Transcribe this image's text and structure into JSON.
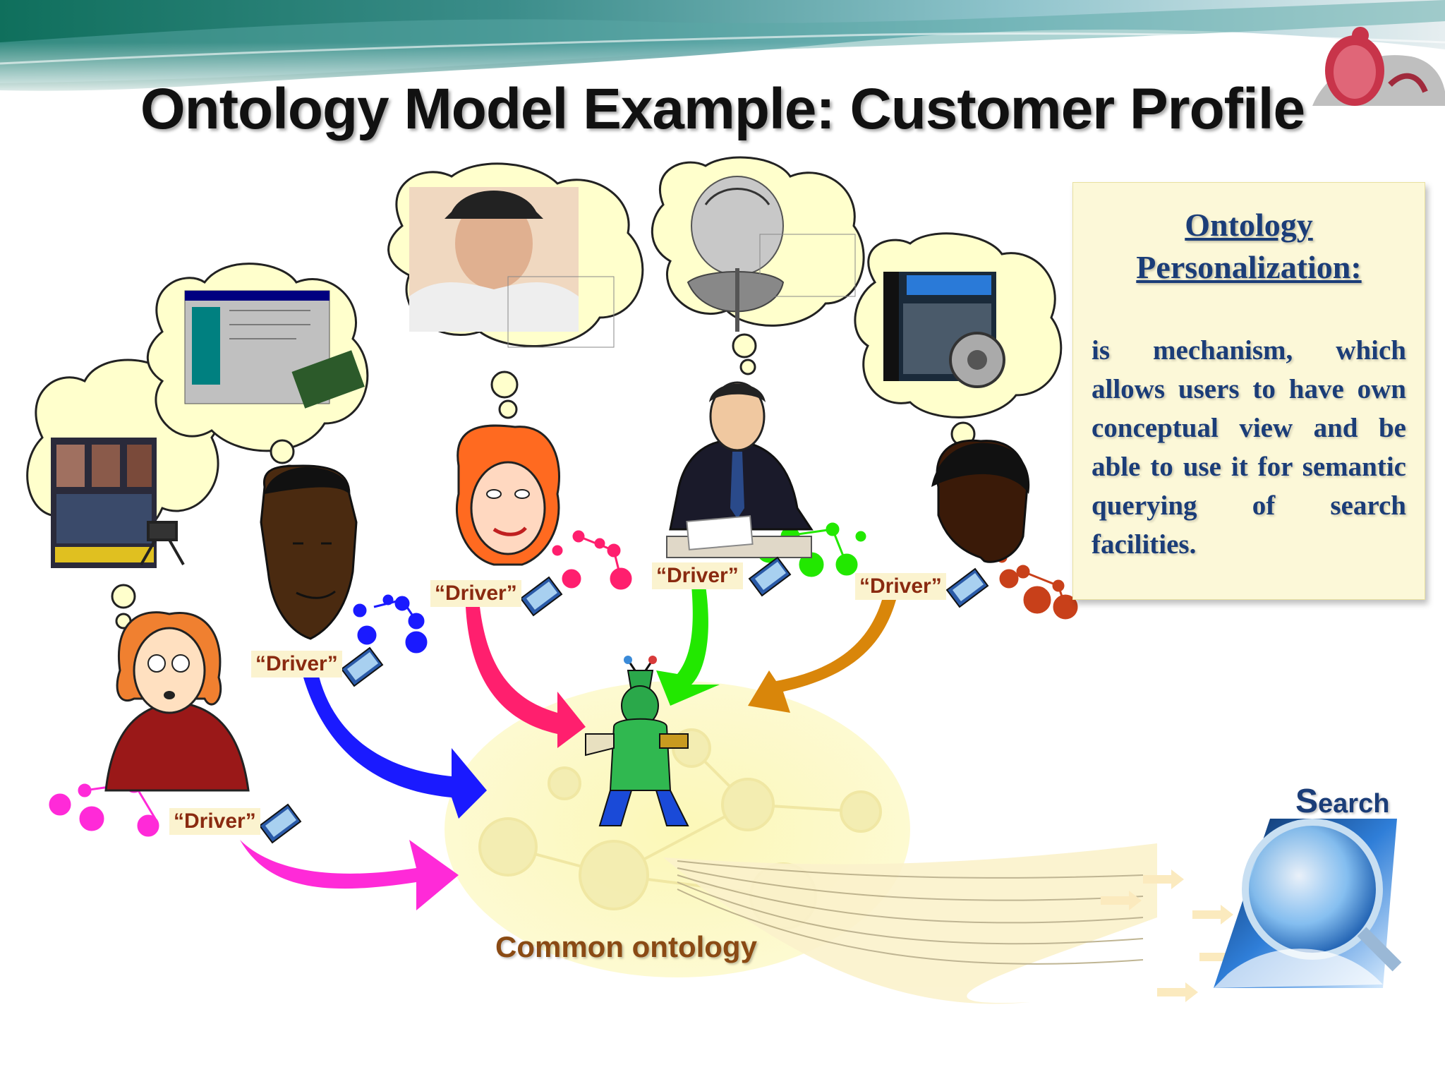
{
  "slide": {
    "title": "Ontology Model Example: Customer Profile"
  },
  "info_box": {
    "heading_line1": "Ontology",
    "heading_line2": "Personalization:",
    "body": "is mechanism, which allows users to have own conceptual view and be able to use it for semantic querying of search facilities."
  },
  "labels": {
    "driver": [
      "“Driver”",
      "“Driver”",
      "“Driver”",
      "“Driver”",
      "“Driver”"
    ],
    "common_ontology": "Common ontology",
    "search_initial": "S",
    "search_rest": "earch"
  },
  "colors": {
    "title": "#111111",
    "info_text": "#1b3d78",
    "info_bg": "#fcf8d8",
    "arrow_magenta": "#ff2ad8",
    "arrow_blue": "#1a1aff",
    "arrow_pink": "#ff1f6e",
    "arrow_green": "#22e800",
    "arrow_orange": "#d9860a",
    "ontology_blob": "#fbf6b4"
  },
  "icons": [
    "thought-bubble",
    "cartoon-person",
    "mini-ontology-graph",
    "search-magnifier",
    "robot-agent"
  ]
}
